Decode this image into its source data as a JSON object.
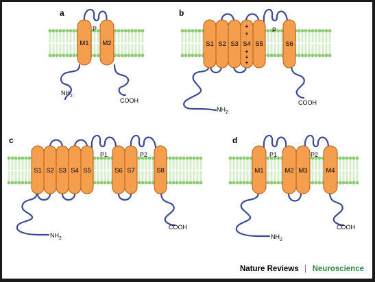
{
  "colors": {
    "background": "#ffffff",
    "helix_fill": "#f59f4e",
    "helix_stroke": "#b25a10",
    "loop": "#3b4a97",
    "lipid_head": "#8fd06f",
    "lipid_tail": "#9bd47e",
    "credit_field": "#2e8b3d"
  },
  "panels": [
    {
      "label": "a",
      "segments": [
        "M1",
        "M2"
      ],
      "pore": "P",
      "n_terminus": "NH2",
      "c_terminus": "COOH"
    },
    {
      "label": "b",
      "segments": [
        "S1",
        "S2",
        "S3",
        "S4",
        "S5",
        "S6"
      ],
      "charges": [
        "+",
        "+",
        "+",
        "+",
        "+"
      ],
      "pore": "P",
      "n_terminus": "NH2",
      "c_terminus": "COOH"
    },
    {
      "label": "c",
      "segments": [
        "S1",
        "S2",
        "S3",
        "S4",
        "S5",
        "S6",
        "S7",
        "S8"
      ],
      "pores": [
        "P1",
        "P2"
      ],
      "n_terminus": "NH2",
      "c_terminus": "COOH"
    },
    {
      "label": "d",
      "segments": [
        "M1",
        "M2",
        "M3",
        "M4"
      ],
      "pores": [
        "P1",
        "P2"
      ],
      "n_terminus": "NH2",
      "c_terminus": "COOH"
    }
  ],
  "credit": {
    "journal": "Nature Reviews",
    "separator": "|",
    "field": "Neuroscience"
  }
}
